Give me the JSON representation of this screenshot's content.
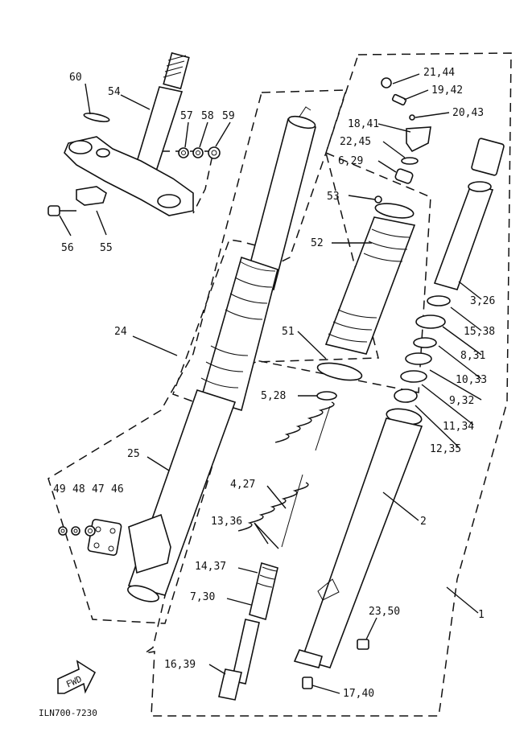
{
  "diagram": {
    "drawing_code": "ILN700-7230",
    "fwd_label": "FWD",
    "callouts": {
      "c60": "60",
      "c54": "54",
      "c57": "57",
      "c58": "58",
      "c59": "59",
      "c56": "56",
      "c55": "55",
      "c24": "24",
      "c25": "25",
      "c49": "49",
      "c48": "48",
      "c47": "47",
      "c46": "46",
      "c21_44": "21,44",
      "c19_42": "19,42",
      "c20_43": "20,43",
      "c18_41": "18,41",
      "c22_45": "22,45",
      "c6_29": "6,29",
      "c53": "53",
      "c52": "52",
      "c51": "51",
      "c5_28": "5,28",
      "c4_27": "4,27",
      "c13_36": "13,36",
      "c14_37": "14,37",
      "c7_30": "7,30",
      "c16_39": "16,39",
      "c17_40": "17,40",
      "c23_50": "23,50",
      "c1": "1",
      "c2": "2",
      "c3_26": "3,26",
      "c15_38": "15,38",
      "c8_31": "8,31",
      "c10_33": "10,33",
      "c9_32": "9,32",
      "c11_34": "11,34",
      "c12_35": "12,35"
    }
  }
}
